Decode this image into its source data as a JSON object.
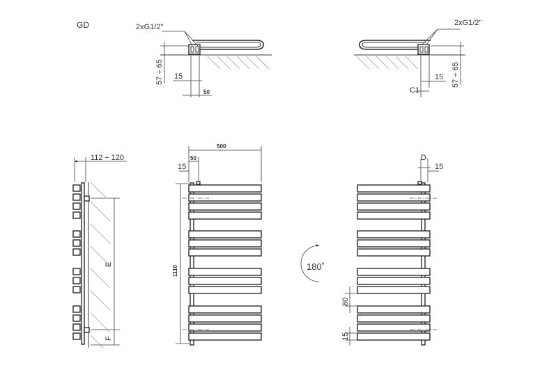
{
  "model_code": "GD",
  "top_left": {
    "connection": "2xG1/2\"",
    "height_range": "57 ÷ 65",
    "pipe_offset": "15",
    "pipe_spacing": "50"
  },
  "top_right": {
    "connection": "2xG1/2\"",
    "height_range": "57 ÷ 65",
    "pipe_offset": "15",
    "pipe_spacing": "C1"
  },
  "side_view": {
    "depth_range": "112 ÷ 120",
    "label_e": "E",
    "label_f": "F"
  },
  "front_view": {
    "width": "500",
    "pipe_spacing": "50",
    "offset": "15",
    "height": "1110"
  },
  "rotation": {
    "label": "180˚"
  },
  "mirror_view": {
    "label_d": "D",
    "offset": "15",
    "gap": "80",
    "bottom_offset": "15"
  }
}
